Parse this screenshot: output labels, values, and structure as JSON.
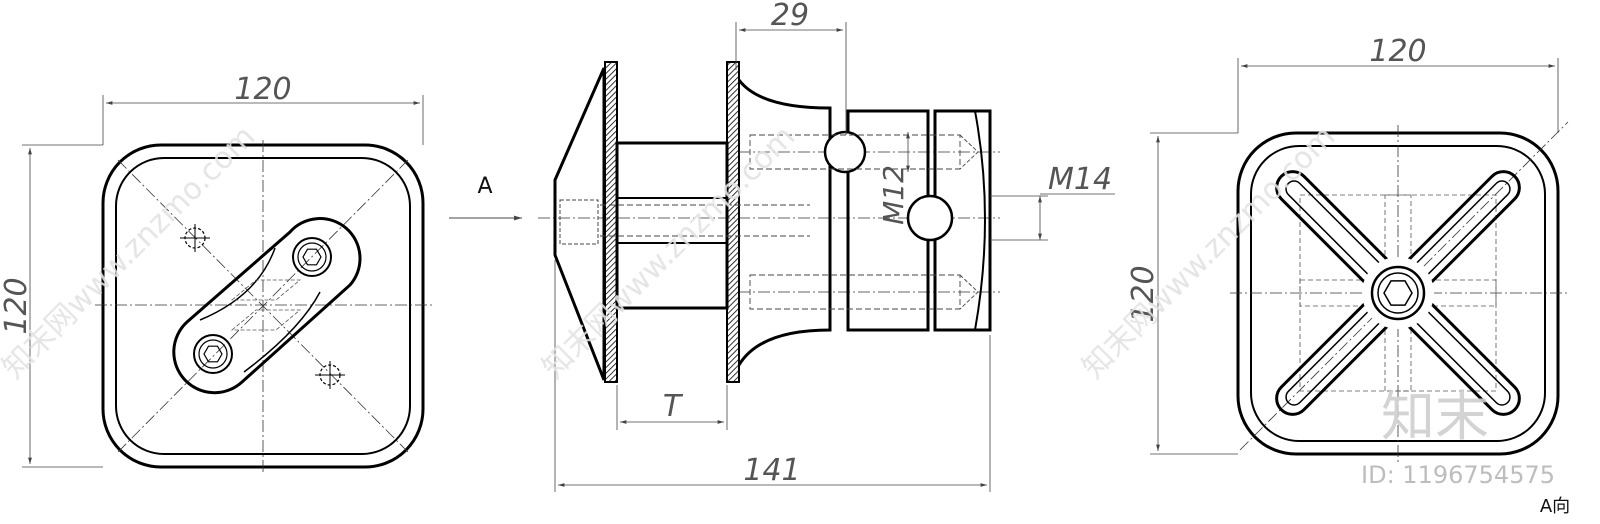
{
  "left_view": {
    "width_dim": "120",
    "height_dim": "120"
  },
  "middle_view": {
    "dim_top": "29",
    "dim_m12": "M12",
    "dim_m14": "M14",
    "dim_t": "T",
    "dim_total": "141",
    "arrow_label": "A"
  },
  "right_view": {
    "width_dim": "120",
    "height_dim": "120",
    "view_label": "A向"
  },
  "watermark": {
    "site": "知末网www.znzmo.com",
    "logo": "知末",
    "id_text": "ID: 1196754575"
  }
}
